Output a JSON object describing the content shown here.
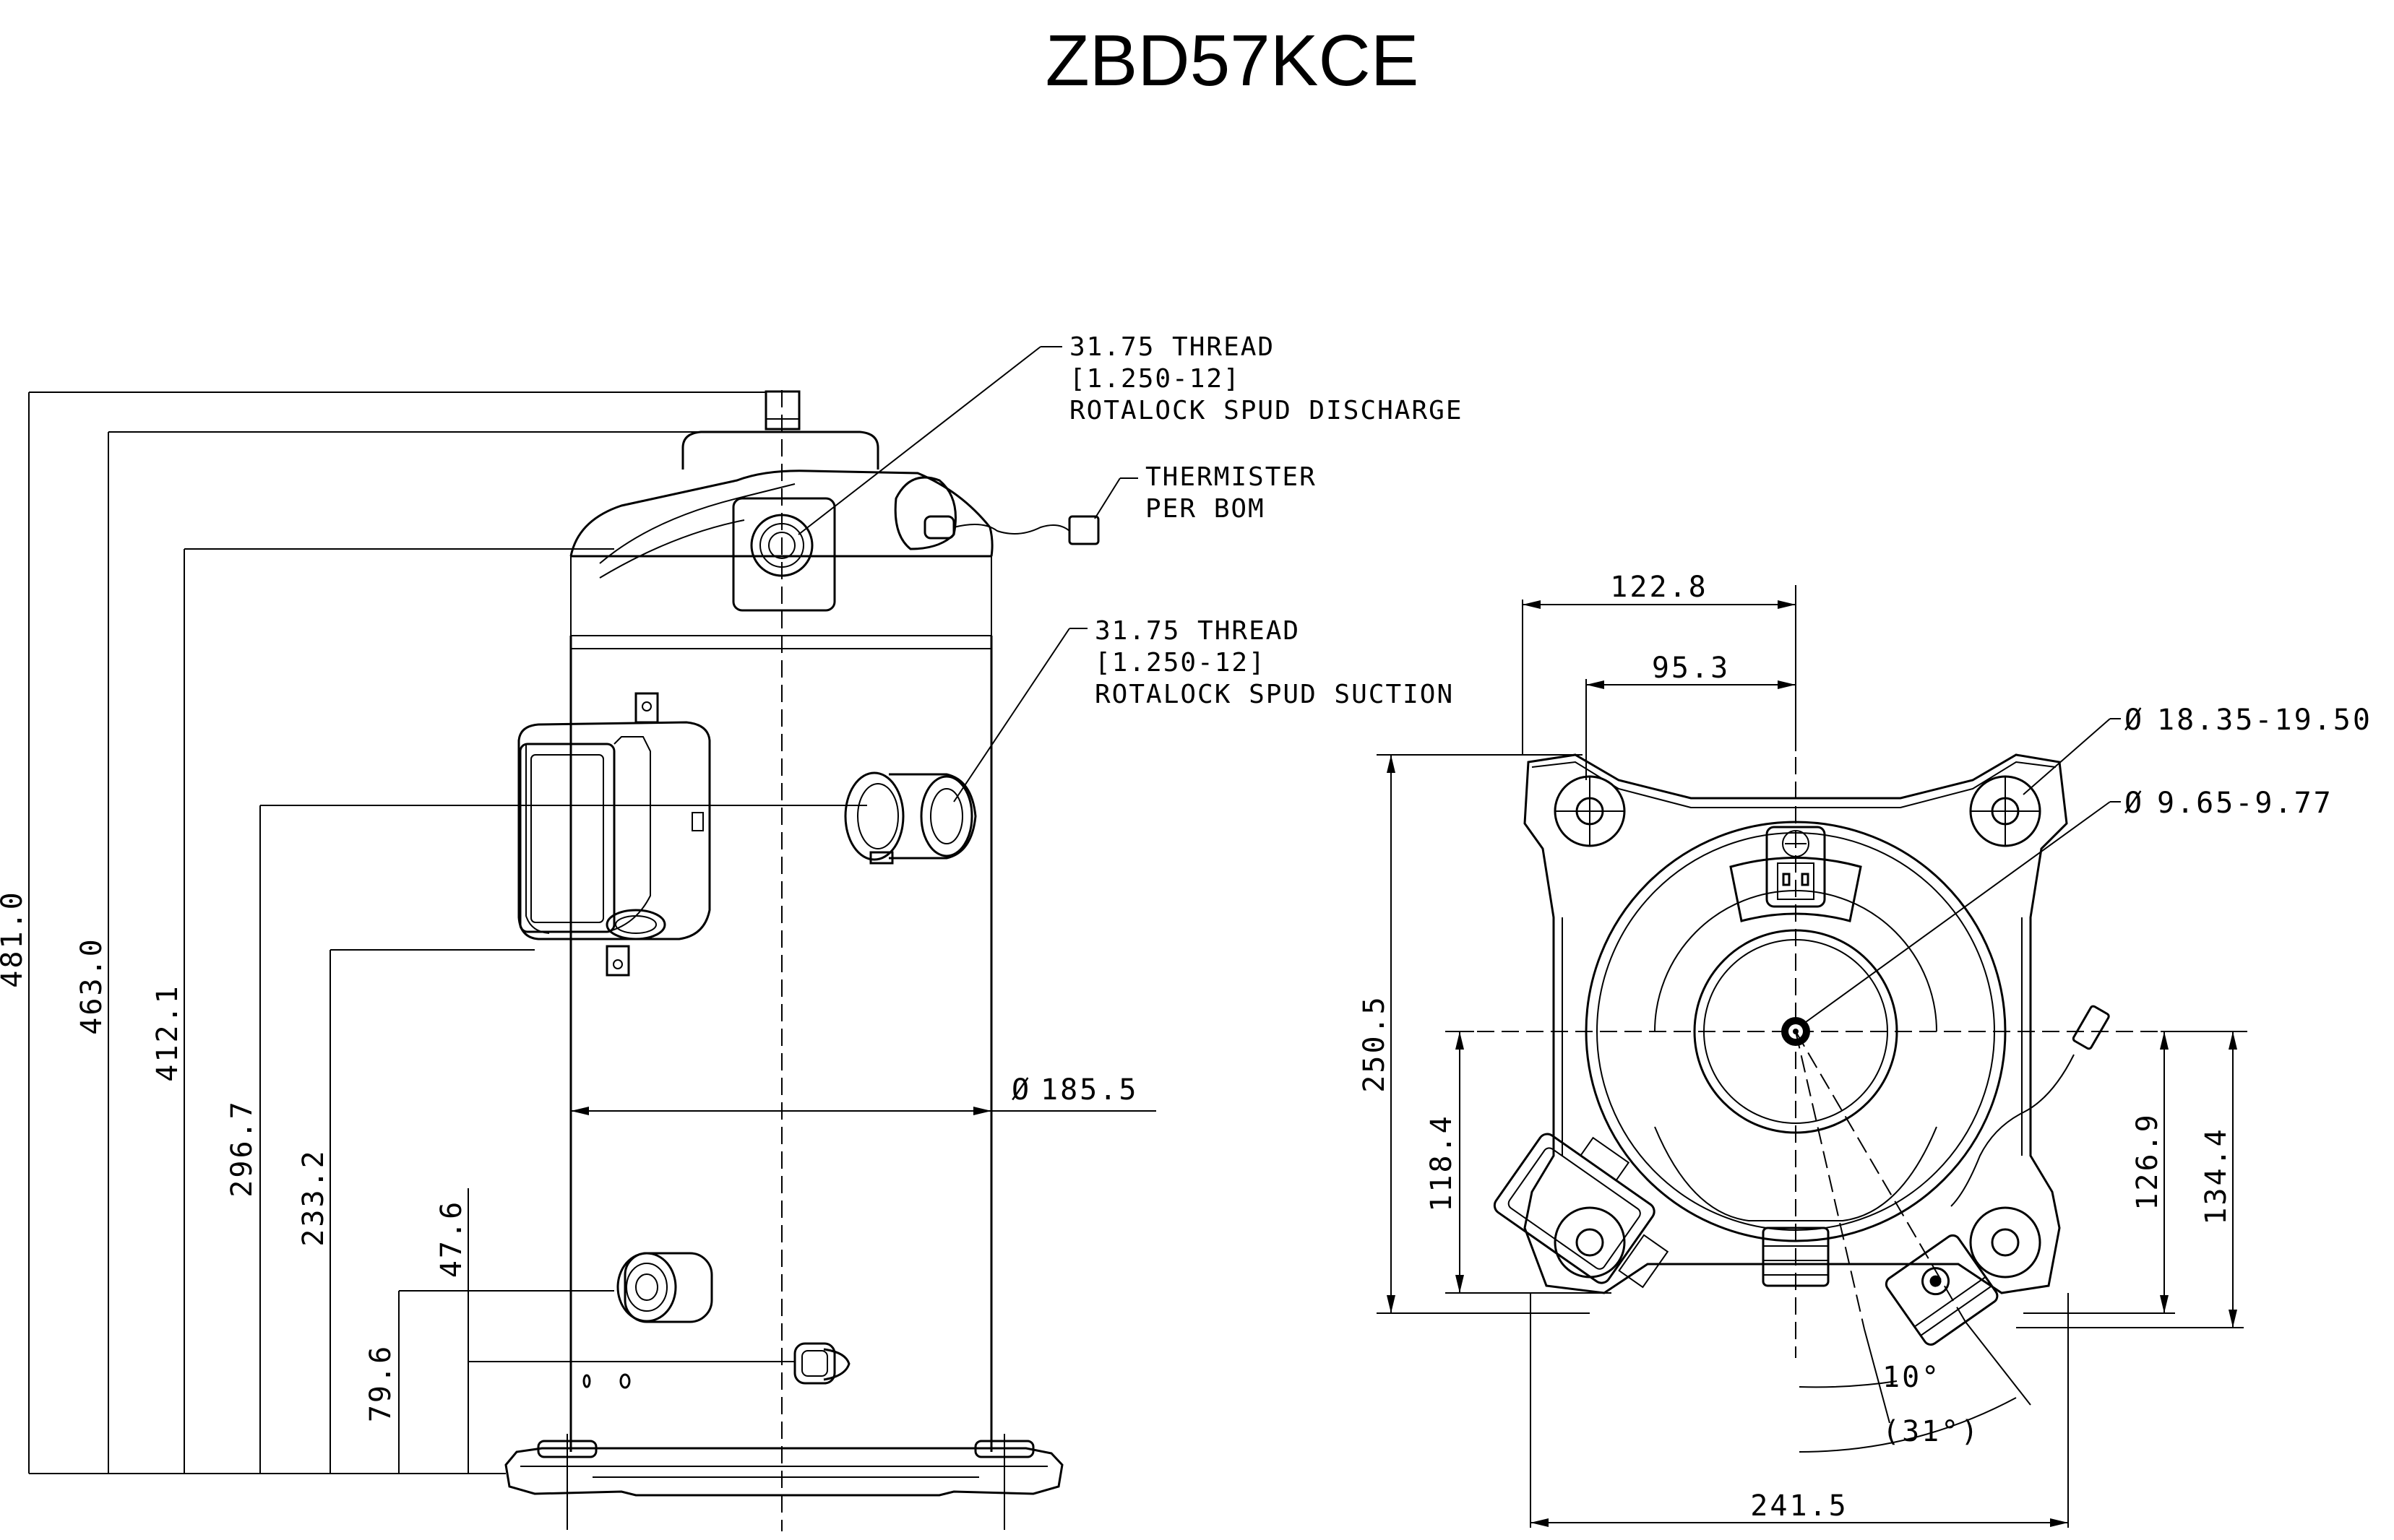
{
  "title": "ZBD57KCE",
  "side_view": {
    "height_dims": [
      "481.0",
      "463.0",
      "412.1",
      "296.7",
      "233.2"
    ],
    "fitting_dims": [
      "47.6",
      "79.6"
    ],
    "shell_diameter": "185.5"
  },
  "notes": {
    "discharge": [
      "31.75 THREAD",
      "[1.250-12]",
      "ROTALOCK SPUD DISCHARGE"
    ],
    "thermister": [
      "THERMISTER",
      "PER BOM"
    ],
    "suction": [
      "31.75 THREAD",
      "[1.250-12]",
      "ROTALOCK SPUD SUCTION"
    ]
  },
  "top_view": {
    "width_outer": "122.8",
    "width_inner": "95.3",
    "hole_large": "18.35-19.50",
    "hole_small": "9.65-9.77",
    "depth": "250.5",
    "offset_left": "118.4",
    "offset_right_inner": "126.9",
    "offset_right_outer": "134.4",
    "angle_1": "10°",
    "angle_2": "(31°)",
    "base_width": "241.5",
    "diameter_symbol": "Ø"
  }
}
